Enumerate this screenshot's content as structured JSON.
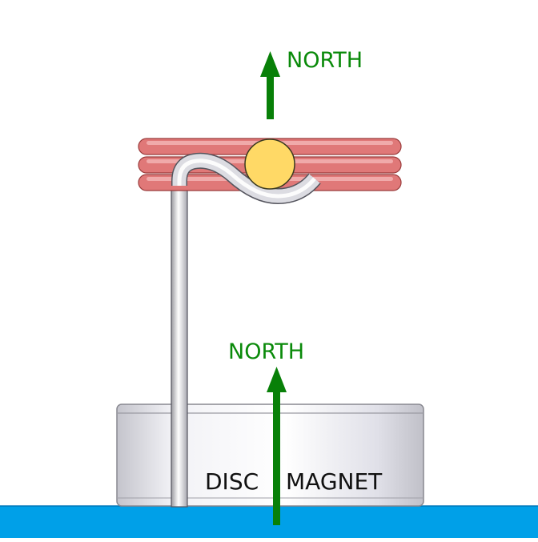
{
  "labels": {
    "top_arrow": "NORTH",
    "bottom_arrow": "NORTH",
    "magnet_left": "DISC",
    "magnet_right": "MAGNET"
  },
  "colors": {
    "arrow": "#088008",
    "label_green": "#0a8a0a",
    "coil": "#e07878",
    "ball": "#ffd966",
    "ground": "#00a0e8",
    "magnet_body": "#e2e2ea",
    "wire": "#d8d8de"
  }
}
